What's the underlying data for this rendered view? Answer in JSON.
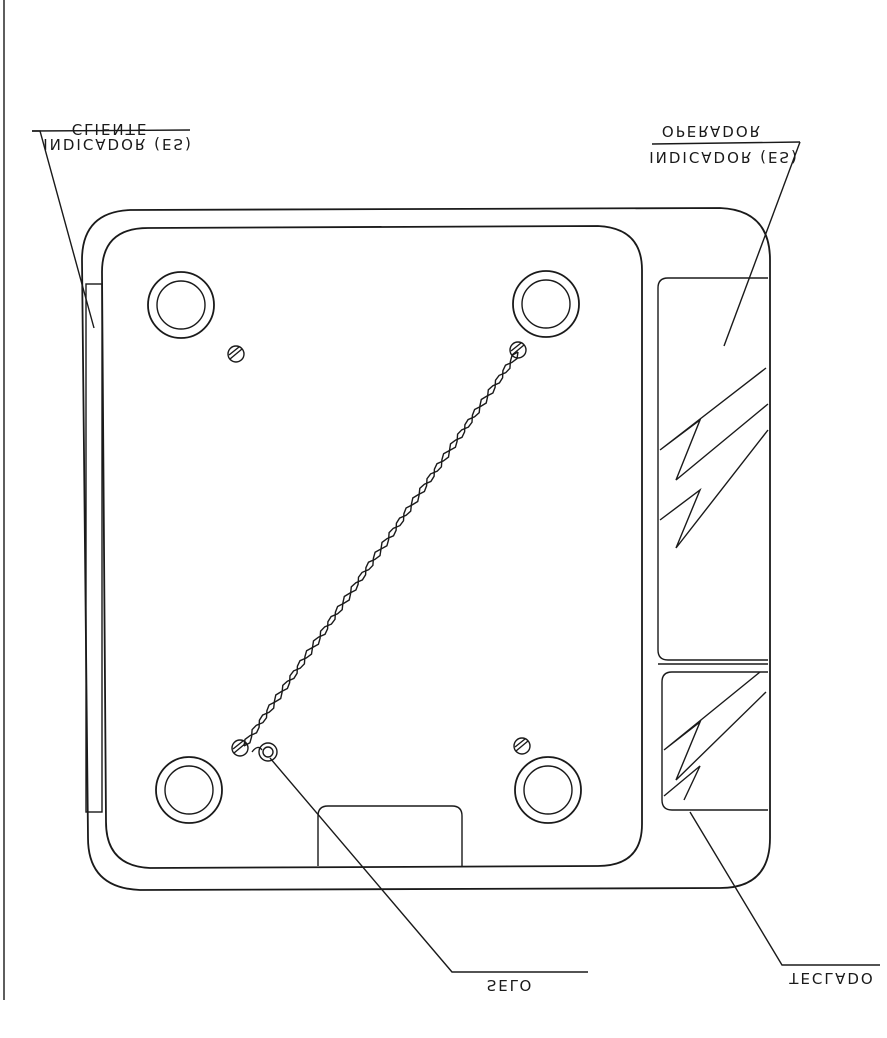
{
  "labels": {
    "cliente_indicador_line1": "CLIENTE",
    "cliente_indicador_line2": "INDICADOR (ES)",
    "operador_indicador_line1": "OPERADOR",
    "operador_indicador_line2": "INDICADOR (ES)",
    "selo": "SELO",
    "teclado": "TECLADO"
  },
  "colors": {
    "ink": "#1a1a1a",
    "paper": "#ffffff"
  }
}
